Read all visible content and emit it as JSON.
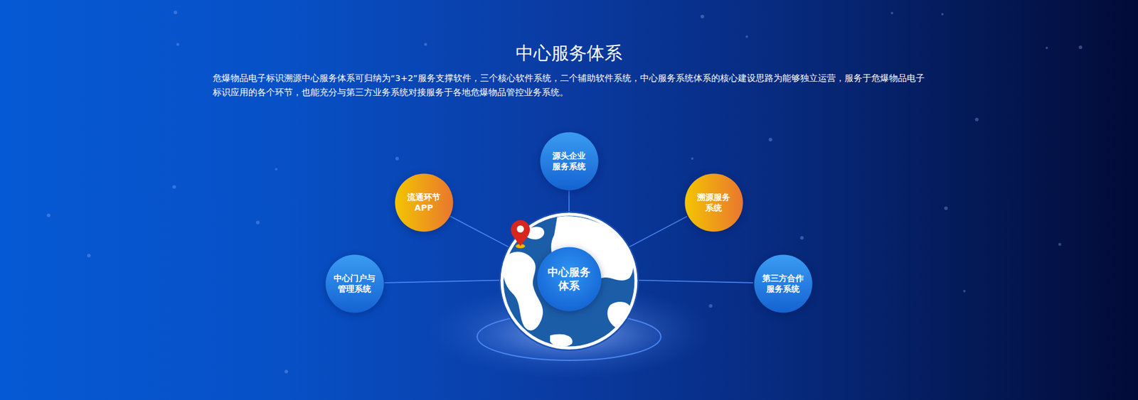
{
  "diagram": {
    "title": "中心服务体系",
    "nodes": [
      {
        "text": [
          "源头企业 服务系统"
        ]
      },
      {
        "text": [
          "流通环节 APP"
        ]
      },
      {
        "text": [
          "溯源服务 系统"
        ]
      },
      {
        "text": [
          "中心门户与 管理系统"
        ]
      },
      {
        "text": [
          "中心服务 体系"
        ]
      },
      {
        "text": [
          "第三方合作 服务系统"
        ]
      }
    ],
    "edges": [
      {
        "from": 0,
        "to": 4,
        "arrow": "none"
      },
      {
        "from": 1,
        "to": 4,
        "arrow": "none"
      },
      {
        "from": 2,
        "to": 4,
        "arrow": "none"
      },
      {
        "from": 3,
        "to": 4,
        "arrow": "none"
      },
      {
        "from": 5,
        "to": 4,
        "arrow": "none"
      }
    ],
    "labels": [
      "危爆物品电子标识溯源中心服务体系可归纳为“3+2”服务支撑软件，三个核心软件系统，二个辅助软件系统，中心服务系统体系的核心建设思路为能够独立运营，服务于危爆物品电子标识应用的各个环节，也能充分与第三方业务系统对接服务于各地危爆物品管控业务系统。"
    ]
  }
}
